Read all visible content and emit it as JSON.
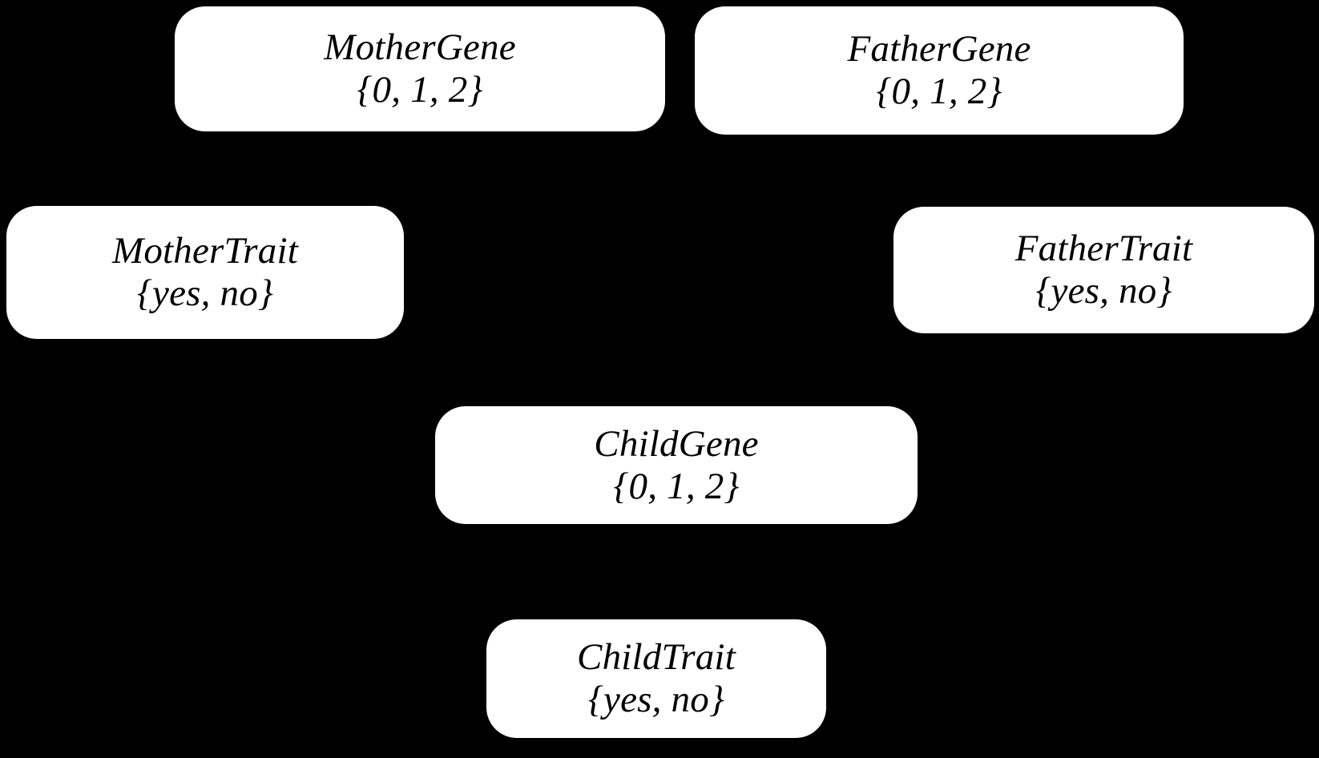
{
  "diagram": {
    "background_color": "#000000",
    "node_fill_color": "#ffffff",
    "node_text_color": "#000000",
    "edge_color": "#000000",
    "nodes": [
      {
        "id": "mother-gene",
        "label": "MotherGene",
        "domain": "{0, 1, 2}"
      },
      {
        "id": "father-gene",
        "label": "FatherGene",
        "domain": "{0, 1, 2}"
      },
      {
        "id": "mother-trait",
        "label": "MotherTrait",
        "domain": "{yes, no}"
      },
      {
        "id": "father-trait",
        "label": "FatherTrait",
        "domain": "{yes, no}"
      },
      {
        "id": "child-gene",
        "label": "ChildGene",
        "domain": "{0, 1, 2}"
      },
      {
        "id": "child-trait",
        "label": "ChildTrait",
        "domain": "{yes, no}"
      }
    ]
  }
}
